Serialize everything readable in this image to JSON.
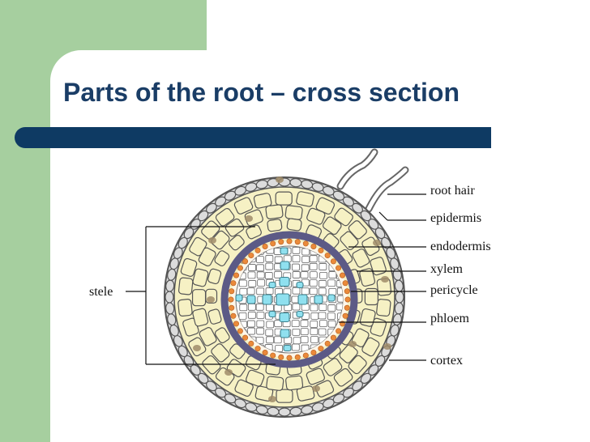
{
  "slide": {
    "title": "Parts of the root – cross section",
    "colors": {
      "green_panel": "#a6cf9f",
      "title_text": "#1a3d66",
      "title_bar": "#0e3a63",
      "cortex_fill": "#f6f1c4",
      "epidermis_fill": "#dcdcdc",
      "endodermis_ring": "#5c5a86",
      "pericycle_dots": "#ea8a3a",
      "xylem_fill": "#8fe0ef",
      "cell_outline": "#555555",
      "starch_grain": "#a08c6a"
    }
  },
  "diagram": {
    "labels": {
      "root_hair": "root hair",
      "epidermis": "epidermis",
      "endodermis": "endodermis",
      "xylem": "xylem",
      "pericycle": "pericycle",
      "phloem": "phloem",
      "cortex": "cortex",
      "stele": "stele"
    }
  }
}
